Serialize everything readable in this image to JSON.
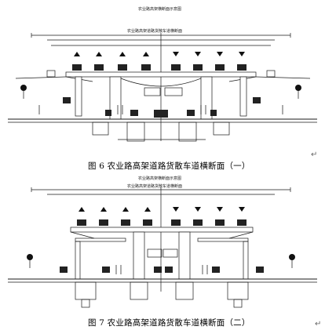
{
  "figures": [
    {
      "id": "fig6",
      "drawing_title": "农业路高架横断面示意图",
      "drawing_subtitle": "农业路高架道路货散车道横断面",
      "caption": "图 6   农业路高架道路货散车道横断面（一）",
      "para_mark": "↵"
    },
    {
      "id": "fig7",
      "drawing_title": "农业路高架横断面示意图",
      "drawing_subtitle": "农业路高架道路货散车道横断面",
      "caption": "图 7   农业路高架道路货散车道横断面（二）",
      "para_mark": "↵"
    }
  ],
  "colors": {
    "line": "#1a1a1a",
    "accent": "#000000",
    "paper": "#ffffff"
  }
}
